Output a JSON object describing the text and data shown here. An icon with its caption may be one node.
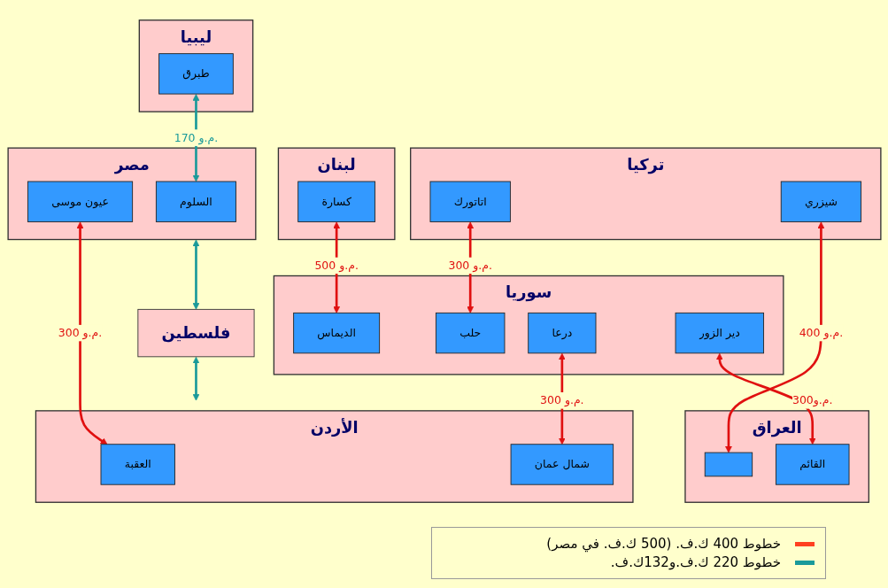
{
  "diagram": {
    "nodes": [
      {
        "text": [
          "تركيا"
        ]
      },
      {
        "text": [
          "اتاتورك"
        ],
        "in": 0
      },
      {
        "text": [
          "شيزري"
        ],
        "in": 0
      },
      {
        "text": [
          "لبنان"
        ]
      },
      {
        "text": [
          "كسارة"
        ],
        "in": 3
      },
      {
        "text": [
          "سوريا"
        ]
      },
      {
        "text": [
          "الديماس"
        ],
        "in": 5
      },
      {
        "text": [
          "حلب"
        ],
        "in": 5
      },
      {
        "text": [
          "دير الزور"
        ],
        "in": 5
      },
      {
        "text": [
          "درعا"
        ],
        "in": 5
      },
      {
        "text": [
          "العراق"
        ]
      },
      {
        "text": [],
        "shape": "box",
        "in": 10
      },
      {
        "text": [
          "القائم"
        ],
        "in": 10
      },
      {
        "text": [
          "ليبيا"
        ]
      },
      {
        "text": [
          "طبرق"
        ],
        "in": 13
      },
      {
        "text": [
          "مصر"
        ]
      },
      {
        "text": [
          "السلوم"
        ],
        "in": 15
      },
      {
        "text": [
          "عيون موسى"
        ],
        "in": 15
      },
      {
        "text": [
          "فلسطين"
        ]
      },
      {
        "text": [
          "الأردن"
        ]
      },
      {
        "text": [
          "شمال عمان"
        ],
        "in": 19
      },
      {
        "text": [
          "العقبة"
        ],
        "in": 19
      }
    ],
    "edges": [
      {
        "from": 1,
        "to": 7,
        "arrow": "both",
        "label": "300 م.و."
      },
      {
        "from": 2,
        "to": 11,
        "arrow": "both",
        "label": "400 م.و."
      },
      {
        "from": 4,
        "to": 6,
        "arrow": "both",
        "label": "500 م.و."
      },
      {
        "from": 8,
        "to": 12,
        "arrow": "both",
        "label": "300م.و."
      },
      {
        "from": 9,
        "to": 20,
        "arrow": "both",
        "label": "300 م.و."
      },
      {
        "from": 14,
        "to": 16,
        "arrow": "both",
        "label": "170 م.و.",
        "color": "#1a9a9a"
      },
      {
        "from": 15,
        "to": 18,
        "arrow": "both",
        "color": "#1a9a9a"
      },
      {
        "from": 18,
        "to": 19,
        "arrow": "both",
        "color": "#1a9a9a"
      },
      {
        "from": 17,
        "to": 21,
        "arrow": "both",
        "label": "300 م.و."
      }
    ],
    "legend": [
      {
        "text": "خطوط 400 ك.ف. (500 ك.ف. في مصر)",
        "color": "#ff4020"
      },
      {
        "text": "خطوط 220 ك.ف.و132ك.ف.",
        "color": "#1a9a9a"
      }
    ]
  }
}
